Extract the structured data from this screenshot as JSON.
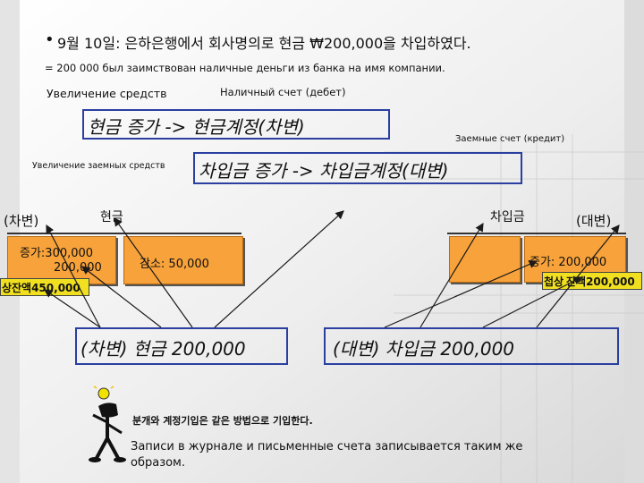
{
  "header": {
    "bullet": "•",
    "title_ko": "9월 10일: 은하은행에서 회사명의로 현금 ₩200,000을 차입하였다.",
    "title_ru": "= 200 000 был заимствован наличные деньги из банка на имя компании."
  },
  "labels": {
    "increase_assets": "Увеличение средств",
    "cash_account_debit": "Наличный счет (дебет)",
    "loan_account_credit": "Заемные счет (кредит)",
    "increase_loans": "Увеличение заемных средств"
  },
  "rules": {
    "cash_rule": "현금 증가 -> 현금계정(차변)",
    "loan_rule": "차입금 증가 -> 차입금계정(대변)"
  },
  "cash_ledger": {
    "side": "(차변)",
    "title": "현금",
    "increase": "증가:300,000",
    "increase2": "200,000",
    "decrease": "감소: 50,000",
    "balance": "잔액450,000",
    "balance_prefix": "상"
  },
  "loan_ledger": {
    "title": "차입금",
    "side": "(대변)",
    "increase": "증가: 200,000",
    "balance": "잔액200,000",
    "balance_prefix": "첩상"
  },
  "journal": {
    "debit_entry": "(차변) 현금 200,000",
    "credit_entry": "(대변) 차입금 200,000"
  },
  "footer": {
    "note_ko": "분개와 계정기입은 같은 방법으로 기입한다.",
    "note_ru": "Записи в журнале и письменные счета записывается таким же образом."
  },
  "colors": {
    "orange": "#f7a23a",
    "yellow_tag": "#f0e020",
    "frame_blue": "#2a3fa0"
  }
}
